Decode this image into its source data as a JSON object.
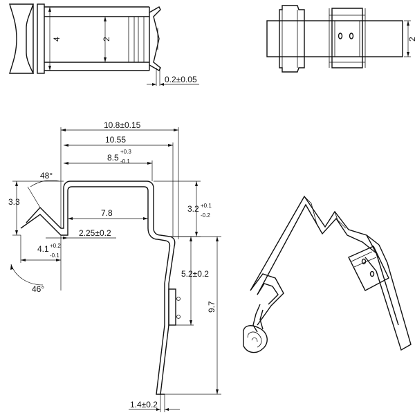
{
  "top_left_view": {
    "dim_height_left": "4",
    "dim_height_right": "2",
    "dim_thickness": "0.2±0.05"
  },
  "top_right_view": {
    "dim_height": "2"
  },
  "side_view": {
    "dim_overall_length": "10.8±0.15",
    "dim_inner_length": "10.55",
    "dim_top_length": "8.5",
    "dim_top_length_tol_upper": "+0.3",
    "dim_top_length_tol_lower": "-0.1",
    "dim_upper_angle": "48°",
    "dim_left_height": "3.3",
    "dim_right_height": "3.2",
    "dim_right_height_tol_upper": "+0.1",
    "dim_right_height_tol_lower": "-0.2",
    "dim_bottom_inner": "7.8",
    "dim_offset": "2.25±0.2",
    "dim_lower_left": "4.1",
    "dim_lower_left_tol_upper": "+0.2",
    "dim_lower_left_tol_lower": "-0.1",
    "dim_lower_angle": "46°",
    "dim_leg_height": "5.2±0.2",
    "dim_total_height": "9.7",
    "dim_foot_width": "1.4±0.2"
  }
}
